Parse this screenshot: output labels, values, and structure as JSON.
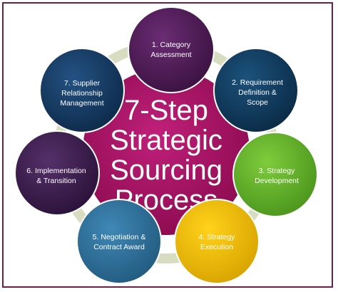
{
  "title": {
    "lines": [
      "7-Step",
      "Strategic",
      "Sourcing",
      "Process"
    ]
  },
  "steps": [
    {
      "lines": [
        "1. Category",
        "Assessment"
      ]
    },
    {
      "lines": [
        "2. Requirement",
        "Definition &",
        "Scope"
      ]
    },
    {
      "lines": [
        "3. Strategy",
        "Development"
      ]
    },
    {
      "lines": [
        "4. Strategy",
        "Execution"
      ]
    },
    {
      "lines": [
        "5. Negotiation &",
        "Contract Award"
      ]
    },
    {
      "lines": [
        "6. Implementation",
        "& Transition"
      ]
    },
    {
      "lines": [
        "7. Supplier",
        "Relationship",
        "Management"
      ]
    }
  ],
  "colors": {
    "frame": "#6b1f4a",
    "hub": "#a3105e",
    "ring": "#d8dcc0",
    "step1": "#4b1a52",
    "step2": "#0f3858",
    "step3": "#5fb228",
    "step4": "#e6b500",
    "step5": "#2e6f96",
    "step6": "#3a1d4d",
    "step7": "#163a61"
  }
}
